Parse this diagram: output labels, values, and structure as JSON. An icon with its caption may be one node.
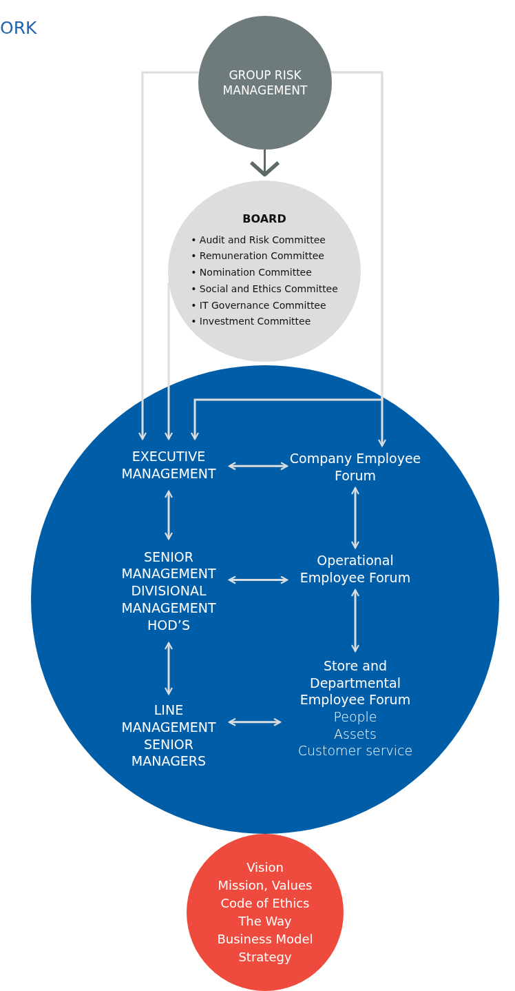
{
  "diagram": {
    "title": "ORK",
    "nodes": [
      {
        "text": [
          "GROUP RISK MANAGEMENT"
        ]
      },
      {
        "text": [
          "BOARD",
          "• Audit and Risk Committee",
          "• Remuneration Committee",
          "• Nomination Committee",
          "• Social and Ethics Committee",
          "• IT Governance Committee",
          "• Investment Committee"
        ]
      },
      {
        "text": [],
        "shape": "circle"
      },
      {
        "text": [
          "EXECUTIVE MANAGEMENT"
        ],
        "in": 2
      },
      {
        "text": [
          "Company Employee Forum"
        ],
        "in": 2
      },
      {
        "text": [
          "SENIOR MANAGEMENT",
          "DIVISIONAL MANAGEMENT",
          "HOD’S"
        ],
        "in": 2
      },
      {
        "text": [
          "Operational Employee Forum"
        ],
        "in": 2
      },
      {
        "text": [
          "LINE MANAGEMENT",
          "SENIOR MANAGERS"
        ],
        "in": 2
      },
      {
        "text": [
          "Store and Departmental Employee Forum",
          "People",
          "Assets",
          "Customer service"
        ],
        "in": 2
      },
      {
        "text": [
          "Vision",
          "Mission, Values",
          "Code of Ethics",
          "The Way",
          "Business Model",
          "Strategy"
        ]
      }
    ],
    "edges": [
      {
        "from": 0,
        "to": 1,
        "arrow": "to",
        "color": "#5d6a6a"
      },
      {
        "from": 0,
        "to": 3,
        "arrow": "to"
      },
      {
        "from": 1,
        "to": 3,
        "arrow": "to"
      },
      {
        "from": 0,
        "to": 3,
        "arrow": "to"
      },
      {
        "from": 0,
        "to": 4,
        "arrow": "to"
      },
      {
        "from": 3,
        "to": 4,
        "arrow": "both"
      },
      {
        "from": 3,
        "to": 5,
        "arrow": "both"
      },
      {
        "from": 4,
        "to": 6,
        "arrow": "both"
      },
      {
        "from": 5,
        "to": 6,
        "arrow": "both"
      },
      {
        "from": 5,
        "to": 7,
        "arrow": "both"
      },
      {
        "from": 6,
        "to": 8,
        "arrow": "both"
      },
      {
        "from": 7,
        "to": 8,
        "arrow": "both"
      }
    ]
  }
}
